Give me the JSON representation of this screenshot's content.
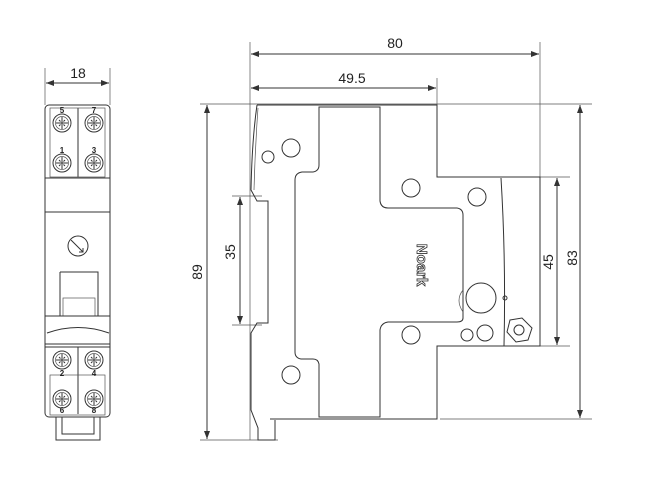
{
  "front_view": {
    "width_dim": "18",
    "terminal_labels_top": [
      "5",
      "7",
      "1",
      "3"
    ],
    "terminal_labels_bottom": [
      "2",
      "4",
      "6",
      "8"
    ]
  },
  "side_view": {
    "brand": "Noark",
    "dims": {
      "overall_depth": "80",
      "front_depth": "49.5",
      "overall_height": "89",
      "din_rail": "35",
      "front_height": "45",
      "body_height": "83"
    }
  }
}
